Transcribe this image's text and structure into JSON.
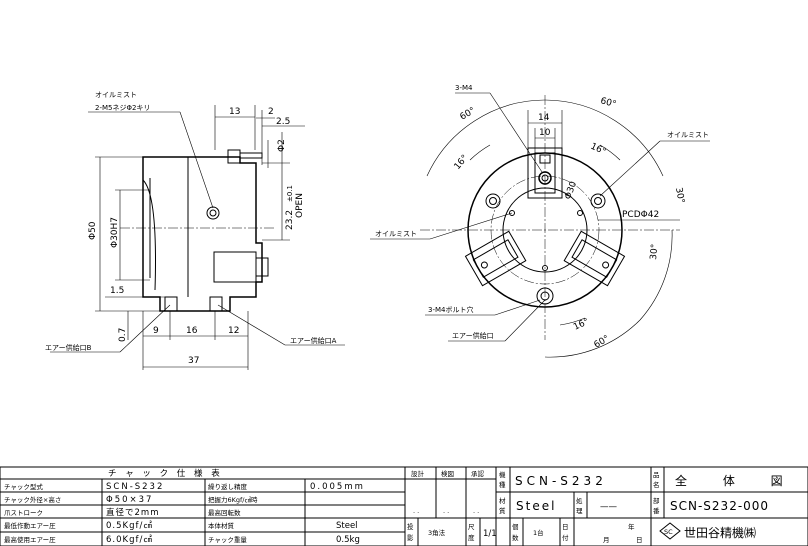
{
  "side_view": {
    "oil_mist_label": "オイルミスト",
    "oil_hole_label": "2-M5ネジΦ2キリ",
    "dim_13": "13",
    "dim_2": "2",
    "dim_2_5": "2.5",
    "dim_phi2": "Φ2",
    "dim_23_2": "23.2",
    "dim_23_2_tol": "±0.1",
    "open_label": "OPEN",
    "dim_phi50": "Φ50",
    "dim_phi30h7": "Φ30H7",
    "dim_1_5": "1.5",
    "dim_0_7": "0.7",
    "dim_9": "9",
    "dim_16": "16",
    "dim_12": "12",
    "dim_37": "37",
    "air_b_label": "エアー供給口B",
    "air_a_label": "エアー供給口A"
  },
  "front_view": {
    "m4_label": "3-M4",
    "dim_14": "14",
    "dim_10": "10",
    "angle_60_tl": "60°",
    "angle_60_tr": "60°",
    "angle_16_l": "16°",
    "angle_16_tr": "16°",
    "angle_30_r": "30°",
    "angle_30_br": "30°",
    "angle_16_b": "16°",
    "angle_60_b": "60°",
    "dim_phi30": "Φ30",
    "pcd_label": "PCDΦ42",
    "oil_mist_right": "オイルミスト",
    "oil_mist_left": "オイルミスト",
    "bolt_hole_label": "3-M4ボルト穴",
    "air_port_label": "エアー供給口"
  },
  "spec_table": {
    "title": "チ ャ ッ ク 仕 様 表",
    "rows": [
      {
        "label1": "チャック型式",
        "value1": "SCN-S232",
        "label2": "繰り返し精度",
        "value2": "0.005mm"
      },
      {
        "label1": "チャック外径×高さ",
        "value1": "Φ50×37",
        "label2": "把握力6Kgf/㎠時",
        "value2": ""
      },
      {
        "label1": "爪ストローク",
        "value1": "直径で2mm",
        "label2": "最高回転数",
        "value2": ""
      },
      {
        "label1": "最低作動エアー圧",
        "value1": "0.5Kgf/㎠",
        "label2": "本体材質",
        "value2": "Steel"
      },
      {
        "label1": "最高使用エアー圧",
        "value1": "6.0Kgf/㎠",
        "label2": "チャック重量",
        "value2": "0.5kg"
      }
    ]
  },
  "title_block": {
    "design": "設計",
    "check": "検図",
    "approve": "承認",
    "dots": ". .",
    "model_label_1": "機",
    "model_label_2": "種",
    "model_value": "SCN-S232",
    "name_label_1": "品",
    "name_label_2": "名",
    "name_value": "全 体 図",
    "material_label_1": "材",
    "material_label_2": "質",
    "material_value": "Steel",
    "treat_label_1": "処",
    "treat_label_2": "理",
    "treat_value": "——",
    "drawing_no_label_1": "部",
    "drawing_no_label_2": "番",
    "drawing_no": "SCN-S232-000",
    "proj_label_1": "投",
    "proj_label_2": "影",
    "proj_value": "3角法",
    "scale_label_1": "尺",
    "scale_label_2": "度",
    "scale_value": "1/1",
    "qty_label_1": "個",
    "qty_label_2": "数",
    "qty_value": "1台",
    "date_label_1": "日",
    "date_label_2": "付",
    "year": "年",
    "month": "月",
    "day": "日",
    "logo_text": "SC",
    "company": "世田谷精機㈱"
  }
}
